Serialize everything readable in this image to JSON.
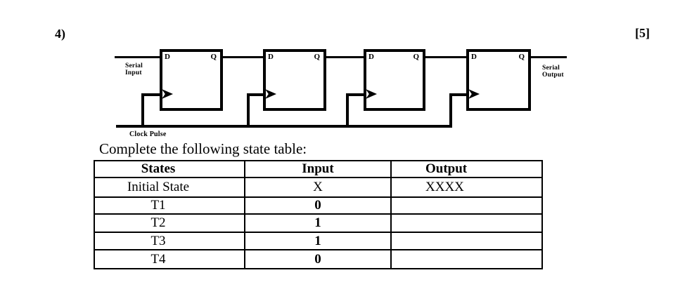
{
  "page": {
    "question_number": "4)",
    "marks": "[5]",
    "prompt": "Complete the following state table:"
  },
  "circuit": {
    "serial_input_label": {
      "line1": "Serial",
      "line2": "Input"
    },
    "serial_output_label": {
      "line1": "Serial",
      "line2": "Output"
    },
    "clock_label": "Clock Pulse",
    "flip_flops": [
      {
        "d": "D",
        "q": "Q"
      },
      {
        "d": "D",
        "q": "Q"
      },
      {
        "d": "D",
        "q": "Q"
      },
      {
        "d": "D",
        "q": "Q"
      }
    ]
  },
  "state_table": {
    "headers": [
      "States",
      "Input",
      "Output"
    ],
    "rows": [
      {
        "state": "Initial State",
        "input": "X",
        "output": "XXXX"
      },
      {
        "state": "T1",
        "input": "0",
        "output": ""
      },
      {
        "state": "T2",
        "input": "1",
        "output": ""
      },
      {
        "state": "T3",
        "input": "1",
        "output": ""
      },
      {
        "state": "T4",
        "input": "0",
        "output": ""
      }
    ]
  },
  "colors": {
    "ink": "#000000",
    "background": "#ffffff"
  }
}
